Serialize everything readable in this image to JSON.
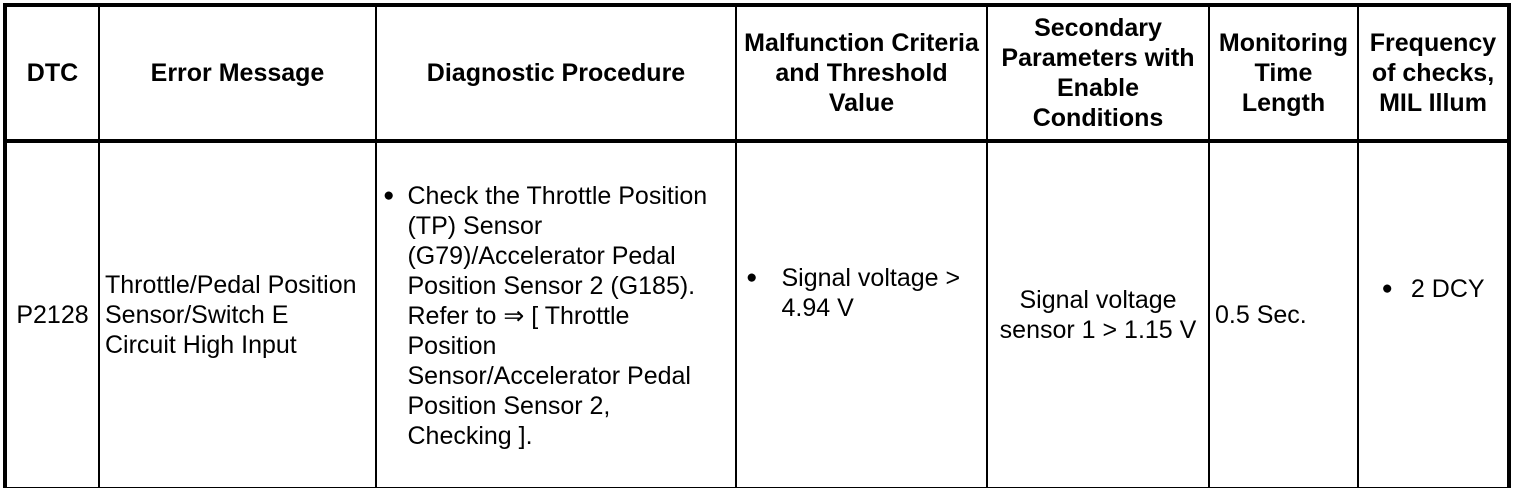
{
  "colors": {
    "border": "#000000",
    "text": "#000000",
    "background": "#ffffff"
  },
  "icons": {
    "bullet": "●"
  },
  "table": {
    "headers": [
      "DTC",
      "Error Message",
      "Diagnostic Procedure",
      "Malfunction Criteria\nand Threshold\nValue",
      "Secondary\nParameters with\nEnable\nConditions",
      "Monitoring\nTime\nLength",
      "Frequency\nof checks,\nMIL Illum"
    ],
    "rows": [
      {
        "dtc": "P2128",
        "error_message": "Throttle/Pedal Position\nSensor/Switch E\nCircuit High Input",
        "diagnostic_procedure": "Check the Throttle Position\n(TP) Sensor\n(G79)/Accelerator Pedal\nPosition Sensor 2 (G185).\nRefer to ⇒ [ Throttle\nPosition\nSensor/Accelerator Pedal\nPosition Sensor 2,\nChecking ].",
        "malfunction_criteria": "Signal voltage >\n4.94 V",
        "secondary_parameters": "Signal voltage\nsensor 1 > 1.15 V",
        "monitoring_time": "0.5 Sec.",
        "frequency": "2 DCY"
      }
    ]
  }
}
